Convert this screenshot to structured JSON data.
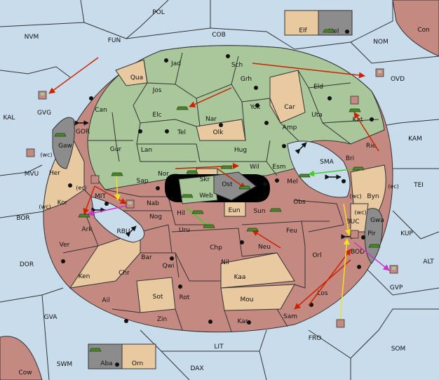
{
  "colors": {
    "sea": "#c9dcec",
    "green": "#a9c79a",
    "brown": "#c48a82",
    "tan": "#e8c9a0",
    "grey": "#8c8c8c",
    "arrow_red": "#cc2200",
    "arrow_yellow": "#f0e020",
    "arrow_green": "#44cc22",
    "arrow_magenta": "#cc33cc"
  },
  "sea_regions": {
    "pol": "POL",
    "nvm": "NVM",
    "fun": "FUN",
    "cob": "COB",
    "nom": "NOM",
    "ovd": "OVD",
    "kal": "KAL",
    "kam": "KAM",
    "tei": "TEI",
    "kup": "KUP",
    "alt": "ALT",
    "bor": "BOR",
    "dor": "DOR",
    "gva": "GVA",
    "gvg": "GVG",
    "gvp": "GVP",
    "mvu": "MVU",
    "gor": "GOR",
    "sma": "SMA",
    "rbu": "RBU",
    "lit": "LIT",
    "fro": "FRO",
    "som": "SOM",
    "swm": "SWM",
    "dax": "DAX",
    "mit": "MIT",
    "buc": "BUC",
    "bod": "BOD"
  },
  "land_regions": {
    "jad": "Jad",
    "sch": "Sch",
    "qua": "Qua",
    "jos": "Jos",
    "grh": "Grh",
    "eld": "Eld",
    "can": "Can",
    "elc": "Elc",
    "nar": "Nar",
    "yok": "Yok",
    "car": "Car",
    "uta": "Uta",
    "kat": "Kat",
    "tel": "Tel",
    "olk": "Olk",
    "amp": "Amp",
    "gur": "Gur",
    "lan": "Lan",
    "hug": "Hug",
    "rie": "Rie",
    "nor": "Nor",
    "wil": "Wil",
    "esm": "Esm",
    "bri": "Bri",
    "sap": "Sap",
    "skr": "Skr",
    "ost": "Ost",
    "web": "Web",
    "mel": "Mel",
    "byn": "Byn",
    "her": "Her",
    "kor": "Kor",
    "nab": "Nab",
    "eun": "Eun",
    "sun": "Sun",
    "obs": "Obs",
    "gaw": "Gaw",
    "gwa": "Gwa",
    "pir": "Pir",
    "ark": "Ark",
    "nog": "Nog",
    "hil": "Hil",
    "uru": "Uru",
    "feu": "Feu",
    "ver": "Ver",
    "chp": "Chp",
    "neu": "Neu",
    "orl": "Orl",
    "bar": "Bar",
    "qwi": "Qwi",
    "nil": "Nil",
    "ken": "Ken",
    "chr": "Chr",
    "kaa": "Kaa",
    "sot": "Sot",
    "rot": "Rot",
    "ail": "Ail",
    "mou": "Mou",
    "los": "Los",
    "zin": "Zin",
    "kar": "Kar",
    "sam": "Sam",
    "elf": "Elf",
    "hel": "Hel",
    "con": "Con",
    "cow": "Cow",
    "aba": "Aba",
    "orn": "Orn"
  },
  "coast_notes": {
    "wc1": "(wc)",
    "wc2": "(wc)",
    "wc3": "(wc)",
    "wc4": "(wc)",
    "ec1": "(ec)",
    "ec2": "(ec)"
  }
}
